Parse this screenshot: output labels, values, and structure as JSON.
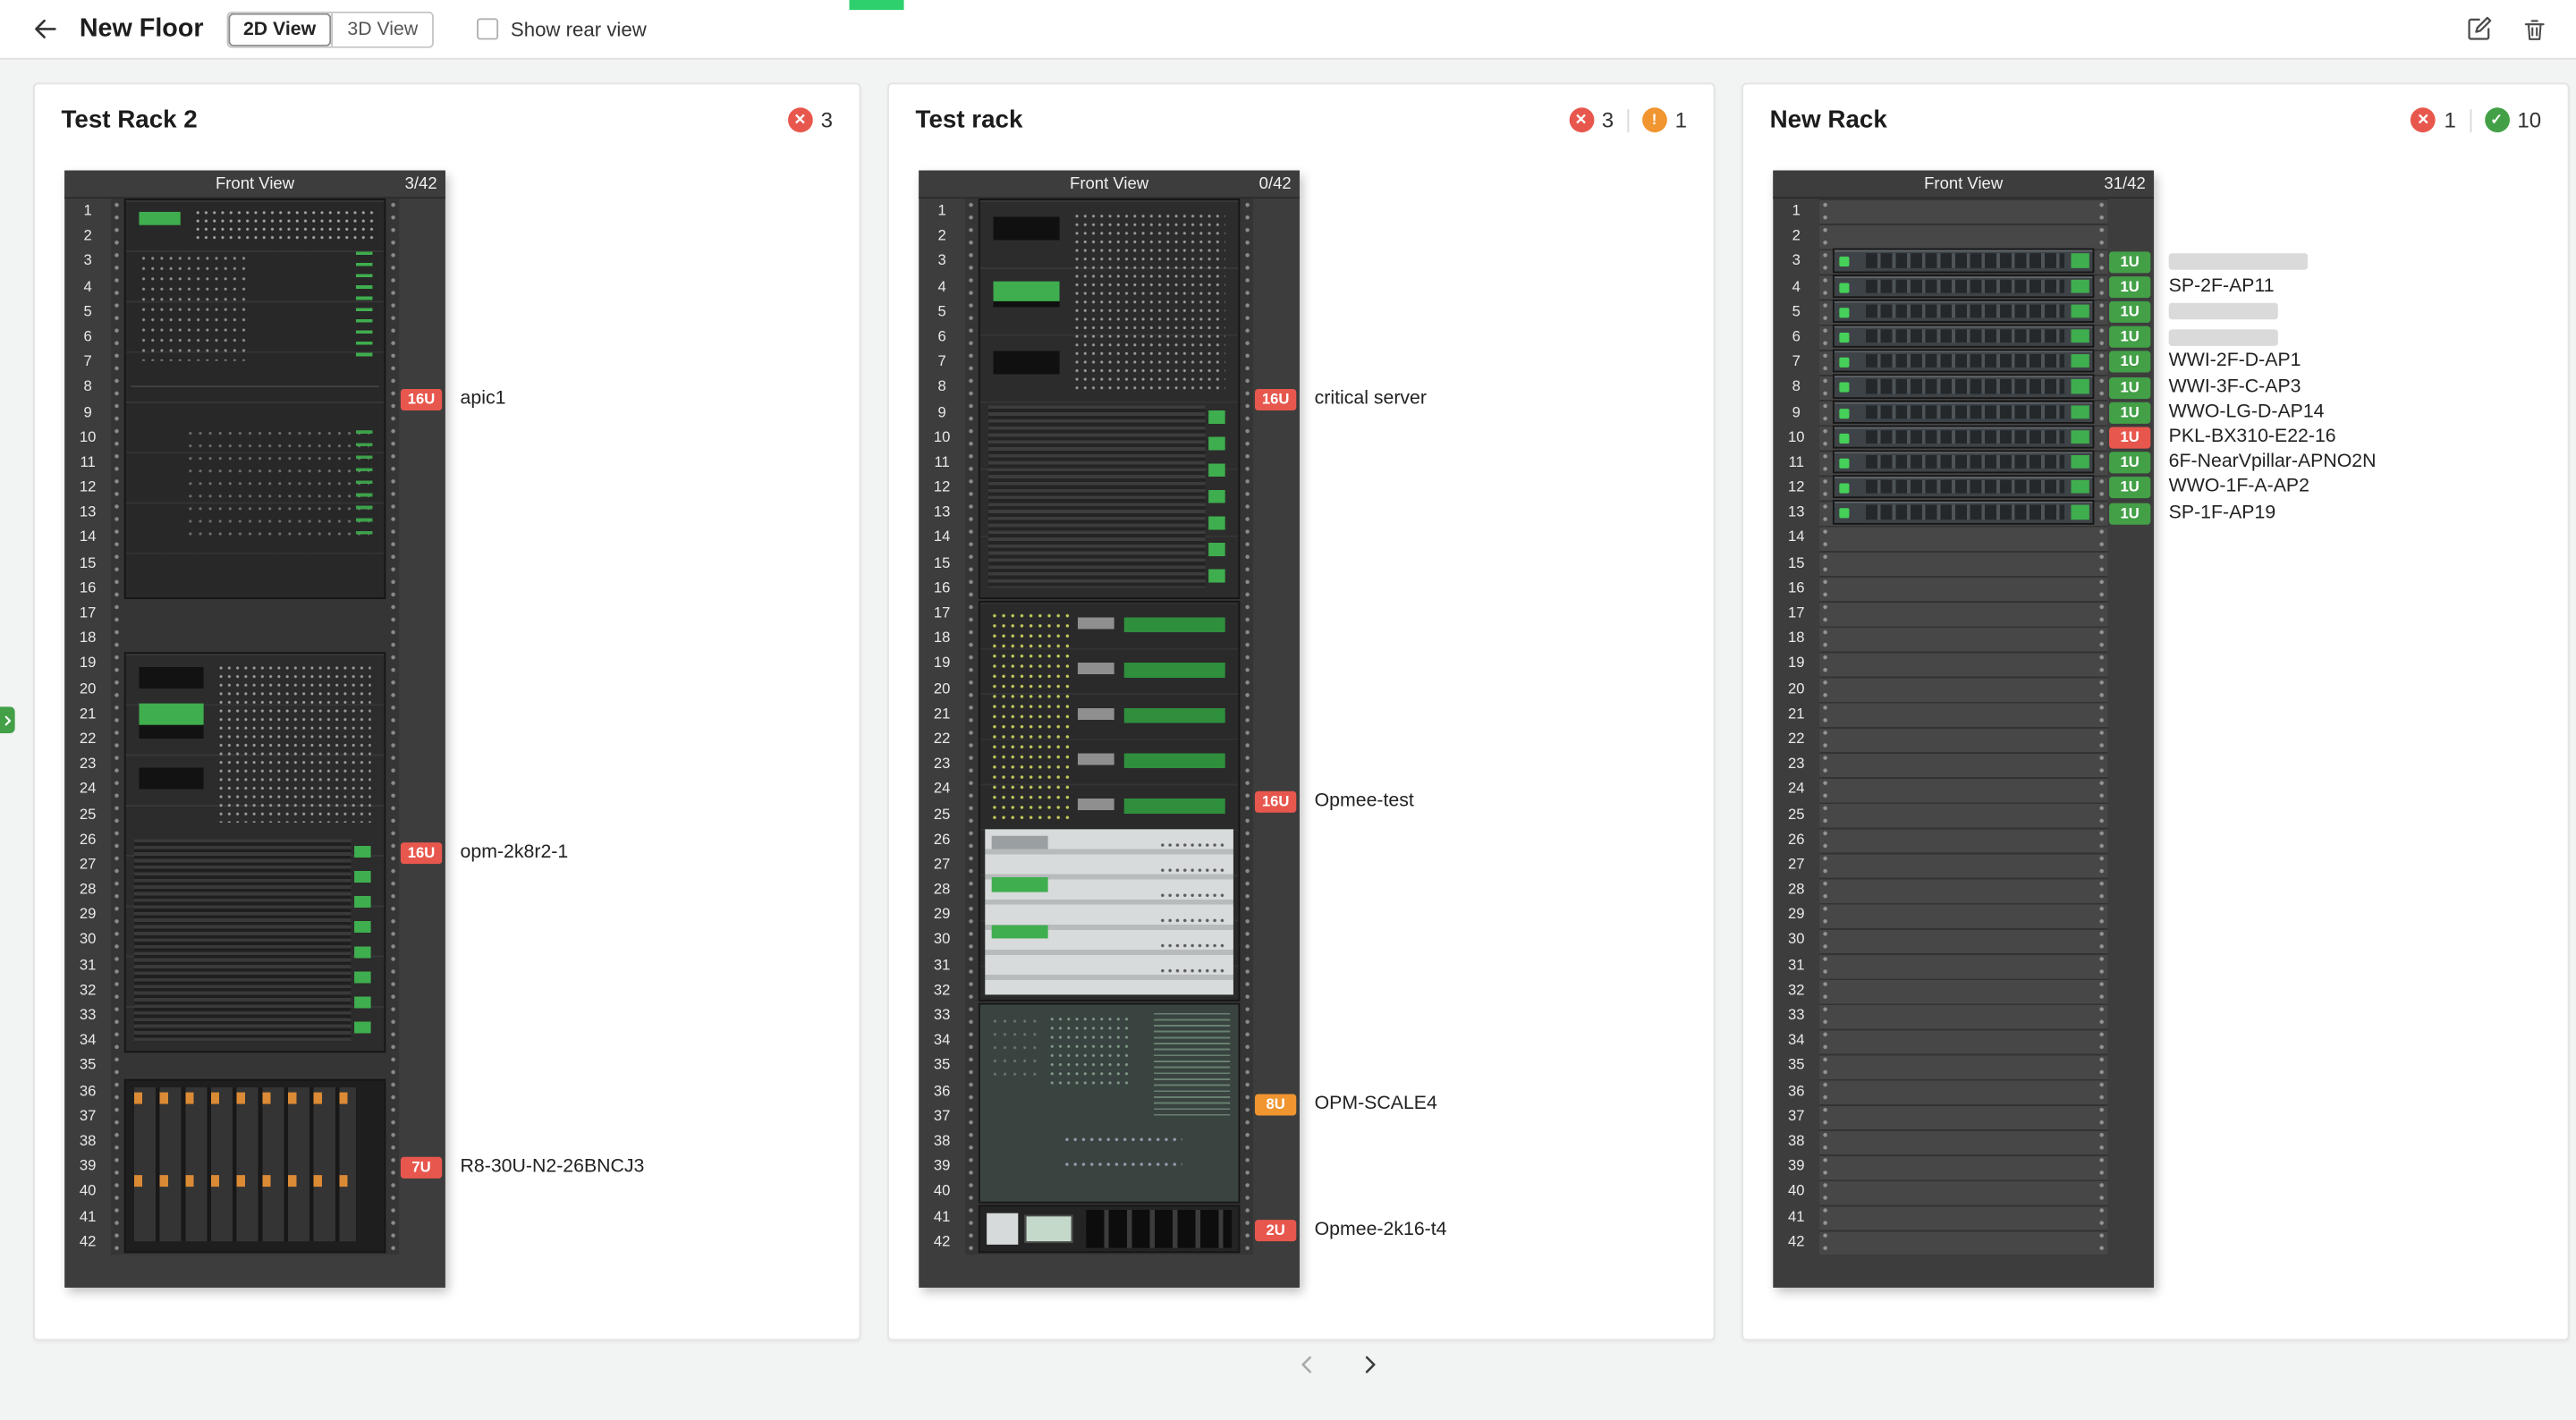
{
  "header": {
    "title": "New Floor",
    "view_options": [
      "2D View",
      "3D View"
    ],
    "selected_view": "2D View",
    "show_rear_label": "Show rear view"
  },
  "colors": {
    "error": "#e8574d",
    "warning": "#f0952f",
    "success": "#43a047",
    "accent_green": "#2ed06e"
  },
  "icons": {
    "back": "arrow-left",
    "edit": "edit-pencil",
    "delete": "trash",
    "prev": "chevron-left",
    "next": "chevron-right",
    "expand": "chevron-right"
  },
  "racks": [
    {
      "name": "Test Rack 2",
      "counters": [
        {
          "type": "error",
          "value": 3
        }
      ],
      "view_label": "Front View",
      "used_units": "3/42",
      "total_units": 42,
      "show_empty_grid": false,
      "devices": [
        {
          "label": "apic1",
          "tag": "16U",
          "tag_type": "error",
          "start": 1,
          "span": 16,
          "badge_u": 8,
          "style": "apic-switch"
        },
        {
          "label": "opm-2k8r2-1",
          "tag": "16U",
          "tag_type": "error",
          "start": 19,
          "span": 16,
          "badge_u": 26,
          "style": "opm-server"
        },
        {
          "label": "R8-30U-N2-26BNCJ3",
          "tag": "7U",
          "tag_type": "error",
          "start": 36,
          "span": 7,
          "badge_u": 38.5,
          "style": "blade-chassis"
        }
      ]
    },
    {
      "name": "Test rack",
      "counters": [
        {
          "type": "error",
          "value": 3
        },
        {
          "type": "warning",
          "value": 1
        }
      ],
      "view_label": "Front View",
      "used_units": "0/42",
      "total_units": 42,
      "show_empty_grid": false,
      "devices": [
        {
          "label": "critical server",
          "tag": "16U",
          "tag_type": "error",
          "start": 1,
          "span": 16,
          "badge_u": 8,
          "style": "critical-server"
        },
        {
          "label": "Opmee-test",
          "tag": "16U",
          "tag_type": "error",
          "start": 17,
          "span": 16,
          "badge_u": 24,
          "style": "opmee-test"
        },
        {
          "label": "OPM-SCALE4",
          "tag": "8U",
          "tag_type": "warning",
          "start": 33,
          "span": 8,
          "badge_u": 36,
          "style": "opm-scale"
        },
        {
          "label": "Opmee-2k16-t4",
          "tag": "2U",
          "tag_type": "error",
          "start": 41,
          "span": 2,
          "badge_u": 41,
          "style": "opmee-2k16"
        }
      ]
    },
    {
      "name": "New Rack",
      "counters": [
        {
          "type": "error",
          "value": 1
        },
        {
          "type": "success",
          "value": 10
        }
      ],
      "view_label": "Front View",
      "used_units": "31/42",
      "total_units": 42,
      "show_empty_grid": true,
      "devices": [
        {
          "label": "",
          "redacted": true,
          "redacted_w": 84,
          "tag": "1U",
          "tag_type": "success",
          "start": 3,
          "span": 1,
          "badge_u": 2.5,
          "style": "oneu-server"
        },
        {
          "label": "SP-2F-AP11",
          "tag": "1U",
          "tag_type": "success",
          "start": 4,
          "span": 1,
          "badge_u": 3.5,
          "style": "oneu-server"
        },
        {
          "label": "",
          "redacted": true,
          "redacted_w": 66,
          "tag": "1U",
          "tag_type": "success",
          "start": 5,
          "span": 1,
          "badge_u": 4.5,
          "style": "oneu-server"
        },
        {
          "label": "",
          "redacted": true,
          "redacted_w": 66,
          "tag": "1U",
          "tag_type": "success",
          "start": 6,
          "span": 1,
          "badge_u": 5.5,
          "style": "oneu-server"
        },
        {
          "label": "WWI-2F-D-AP1",
          "tag": "1U",
          "tag_type": "success",
          "start": 7,
          "span": 1,
          "badge_u": 6.5,
          "style": "oneu-server"
        },
        {
          "label": "WWI-3F-C-AP3",
          "tag": "1U",
          "tag_type": "success",
          "start": 8,
          "span": 1,
          "badge_u": 7.5,
          "style": "oneu-server"
        },
        {
          "label": "WWO-LG-D-AP14",
          "tag": "1U",
          "tag_type": "success",
          "start": 9,
          "span": 1,
          "badge_u": 8.5,
          "style": "oneu-server"
        },
        {
          "label": "PKL-BX310-E22-16",
          "tag": "1U",
          "tag_type": "error",
          "start": 10,
          "span": 1,
          "badge_u": 9.5,
          "style": "oneu-server"
        },
        {
          "label": "6F-NearVpillar-APNO2N",
          "tag": "1U",
          "tag_type": "success",
          "start": 11,
          "span": 1,
          "badge_u": 10.5,
          "style": "oneu-server"
        },
        {
          "label": "WWO-1F-A-AP2",
          "tag": "1U",
          "tag_type": "success",
          "start": 12,
          "span": 1,
          "badge_u": 11.5,
          "style": "oneu-server"
        },
        {
          "label": "SP-1F-AP19",
          "tag": "1U",
          "tag_type": "success",
          "start": 13,
          "span": 1,
          "badge_u": 12.5,
          "style": "oneu-server"
        }
      ]
    }
  ],
  "pagination": {
    "prev_icon": "chevron-left",
    "next_icon": "chevron-right"
  }
}
